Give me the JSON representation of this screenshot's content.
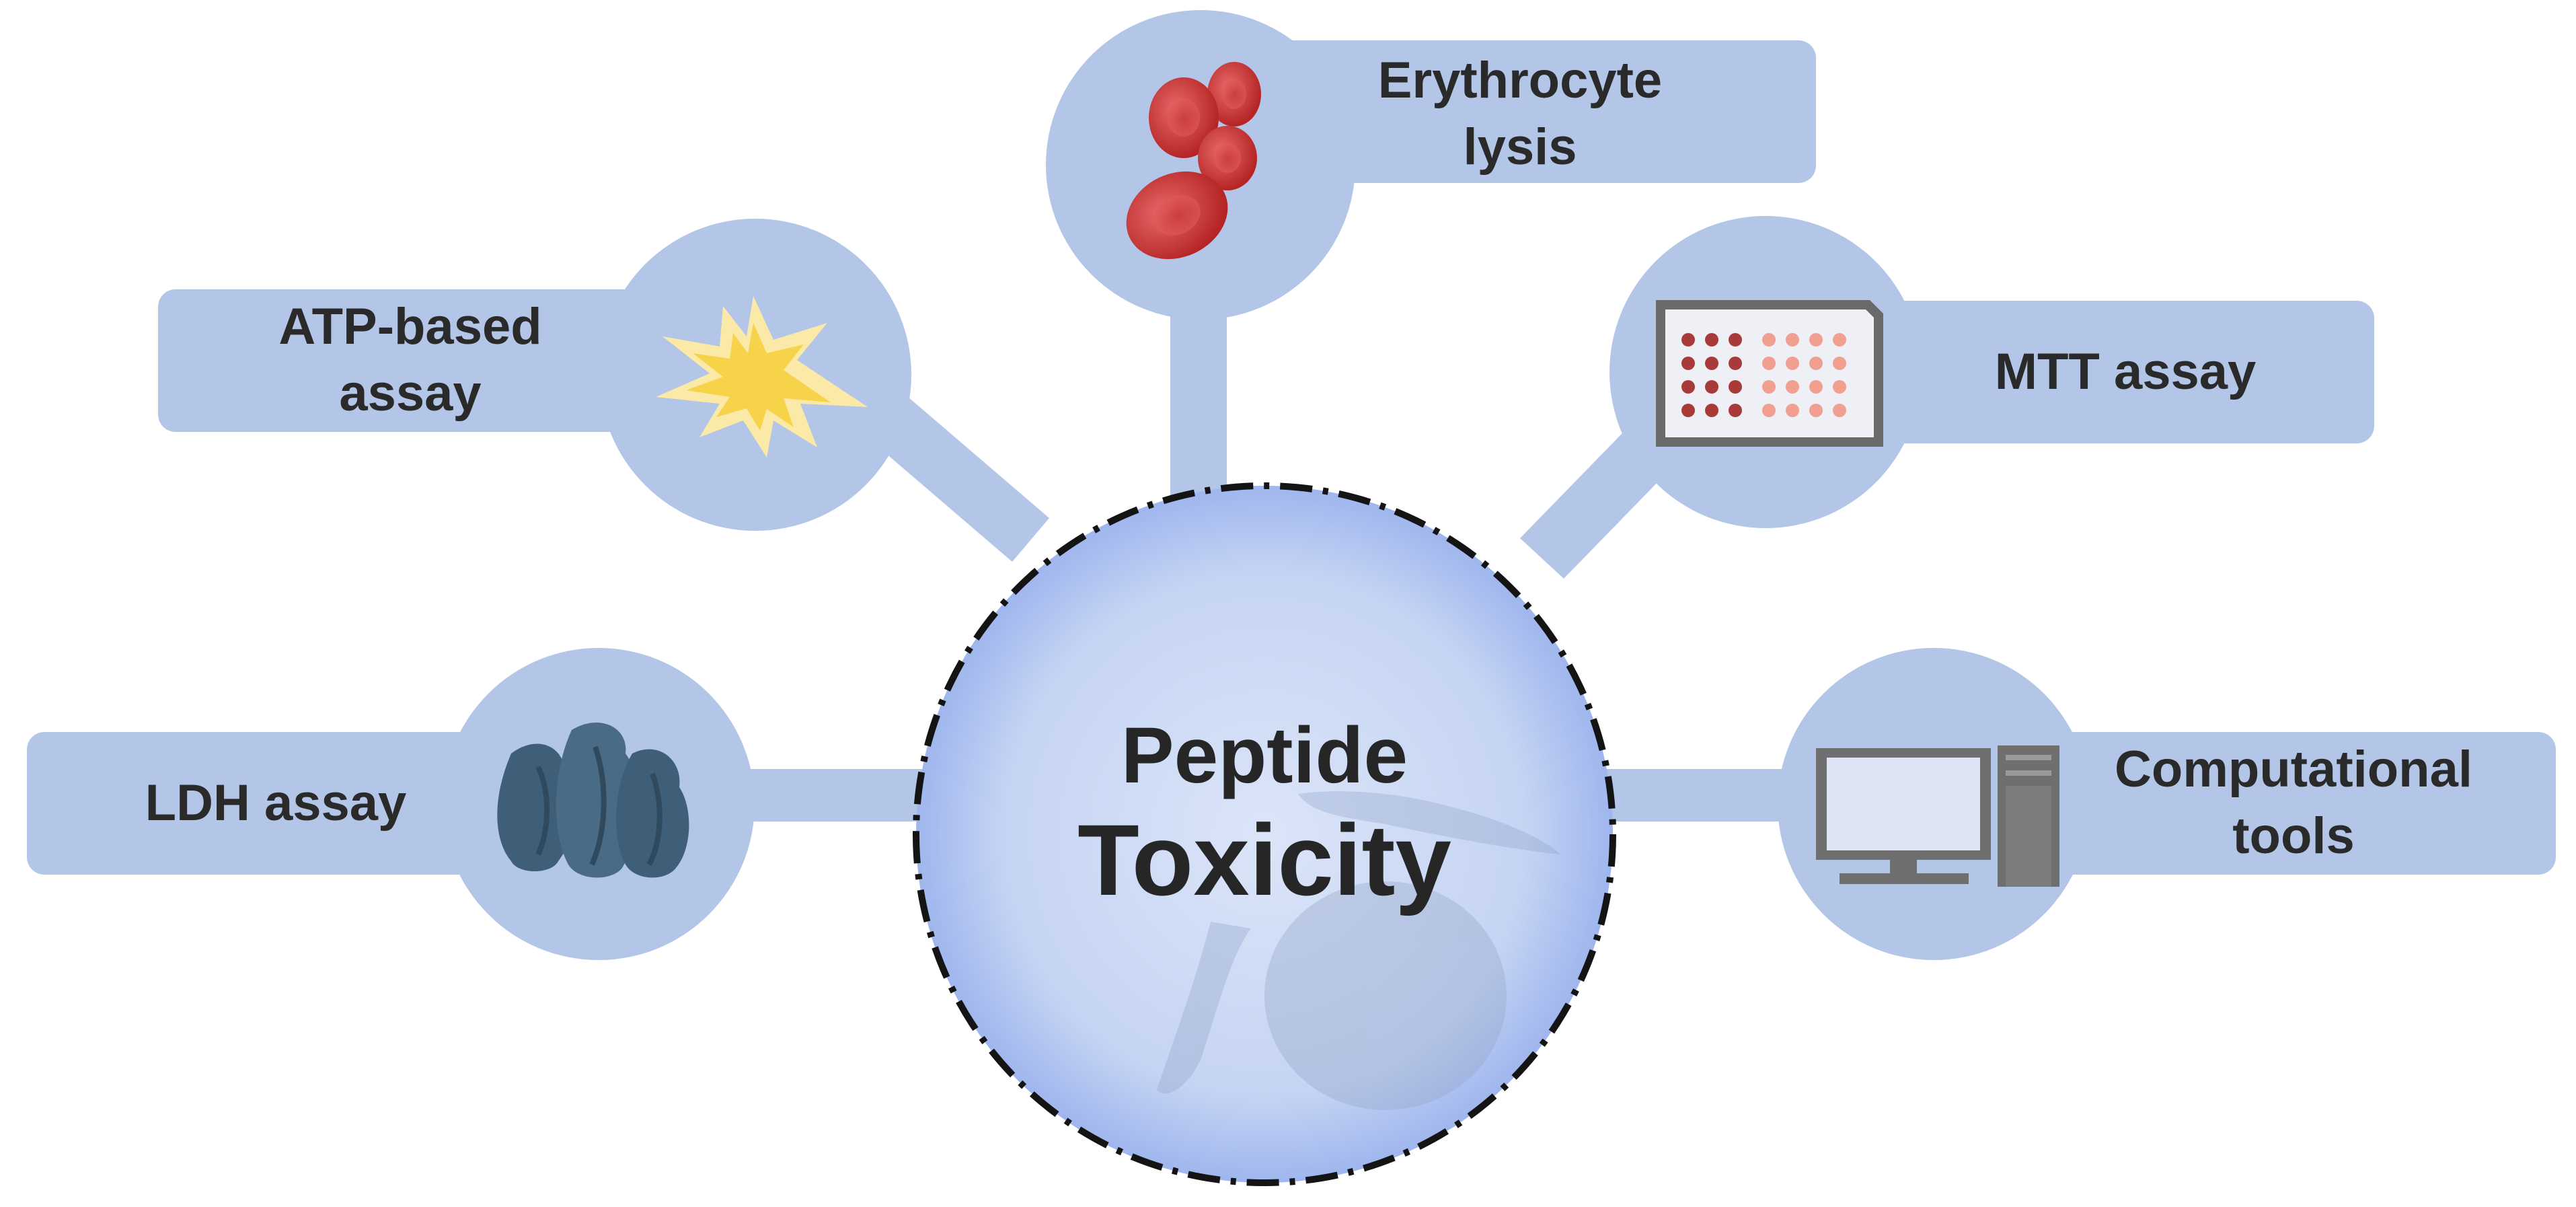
{
  "center": {
    "line1": "Peptide",
    "line2": "Toxicity"
  },
  "nodes": [
    {
      "id": "erythrocyte",
      "lines": [
        "Erythrocyte",
        "lysis"
      ],
      "icon": "red-blood-cells-icon"
    },
    {
      "id": "atp",
      "lines": [
        "ATP-based",
        "assay"
      ],
      "icon": "luminescence-burst-icon"
    },
    {
      "id": "mtt",
      "lines": [
        "MTT assay"
      ],
      "icon": "well-plate-icon"
    },
    {
      "id": "ldh",
      "lines": [
        "LDH assay"
      ],
      "icon": "enzyme-protein-icon"
    },
    {
      "id": "computational",
      "lines": [
        "Computational",
        "tools"
      ],
      "icon": "desktop-computer-icon"
    }
  ],
  "colors": {
    "node_fill": "#b3c6e7",
    "hub_fill_inner": "#d8e2f7",
    "hub_fill_outer": "#a9bef0",
    "hub_border": "#141414",
    "text": "#2a2a2a",
    "blood_cell": "#d33a3a",
    "burst": "#f7d34a",
    "enzyme": "#3f5f78",
    "plate_dark": "#a83a3a",
    "plate_light": "#f0a090",
    "computer": "#6f6f6f"
  }
}
